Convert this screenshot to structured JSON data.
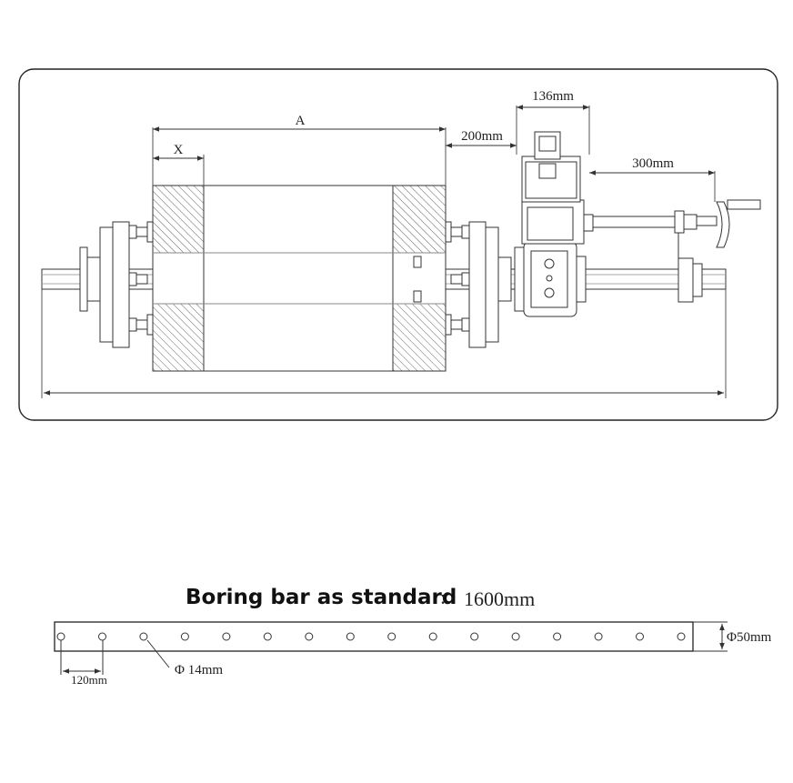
{
  "machine": {
    "dim_a": "A",
    "dim_x": "X",
    "dim_gap": "200mm",
    "dim_motor_width": "136mm",
    "dim_handle": "300mm"
  },
  "bar": {
    "title": "Boring bar as standard",
    "separator": ":",
    "length": "1600mm",
    "hole_spacing": "120mm",
    "hole_diameter": "Φ 14mm",
    "bar_diameter": "Φ50mm",
    "hole_count": 16
  },
  "colors": {
    "line": "#333333",
    "hatch": "#555555",
    "frame": "#222222"
  }
}
